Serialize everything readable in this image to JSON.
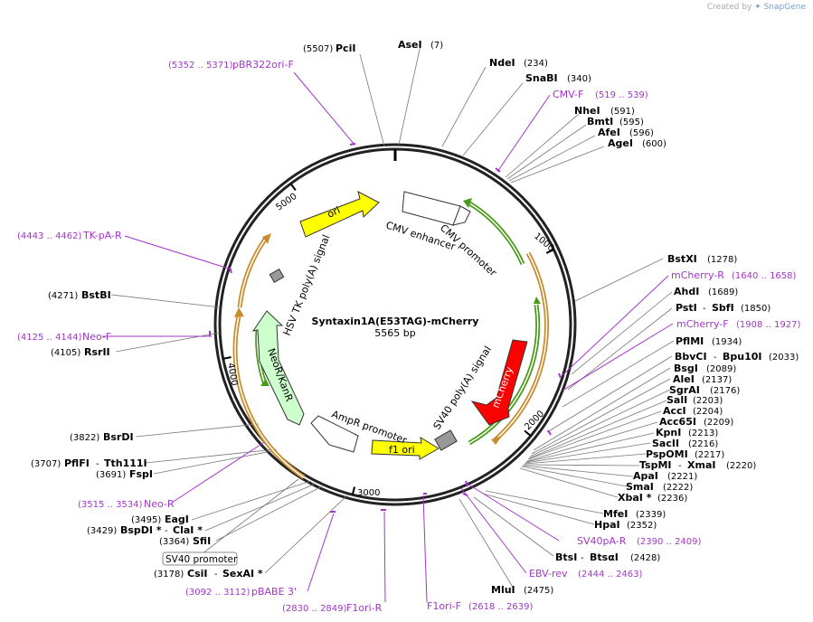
{
  "watermark": {
    "prefix": "Created by",
    "brand": "SnapGene"
  },
  "plasmid": {
    "name": "Syntaxin1A(E53TAG)-mCherry",
    "length": "5565 bp"
  },
  "ticks": [
    "1000",
    "2000",
    "3000",
    "4000",
    "5000"
  ],
  "features": [
    {
      "name": "ori",
      "color": "#ffff00"
    },
    {
      "name": "CMV enhancer",
      "color": "#ffffff"
    },
    {
      "name": "CMV promoter",
      "color": "#ffffff"
    },
    {
      "name": "mCherry",
      "color": "#ff0000"
    },
    {
      "name": "SV40 poly(A) signal",
      "color": "#999999"
    },
    {
      "name": "f1 ori",
      "color": "#ffff00"
    },
    {
      "name": "AmpR promoter",
      "color": "#ffffff"
    },
    {
      "name": "NeoR/KanR",
      "color": "#ccffcc"
    },
    {
      "name": "HSV TK poly(A) signal",
      "color": "#999999"
    }
  ],
  "sites": [
    {
      "name": "PciI",
      "pos": "(5507)"
    },
    {
      "name": "AseI",
      "pos": "(7)"
    },
    {
      "name": "NdeI",
      "pos": "(234)"
    },
    {
      "name": "SnaBI",
      "pos": "(340)"
    },
    {
      "name": "NheI",
      "pos": "(591)"
    },
    {
      "name": "BmtI",
      "pos": "(595)"
    },
    {
      "name": "AfeI",
      "pos": "(596)"
    },
    {
      "name": "AgeI",
      "pos": "(600)"
    },
    {
      "name": "BstXI",
      "pos": "(1278)"
    },
    {
      "name": "AhdI",
      "pos": "(1689)"
    },
    {
      "name": "PstI",
      "name2": "SbfI",
      "pos": "(1850)"
    },
    {
      "name": "PflMI",
      "pos": "(1934)"
    },
    {
      "name": "BbvCI",
      "name2": "Bpu10I",
      "pos": "(2033)"
    },
    {
      "name": "BsgI",
      "pos": "(2089)"
    },
    {
      "name": "AleI",
      "pos": "(2137)"
    },
    {
      "name": "SgrAI",
      "pos": "(2176)"
    },
    {
      "name": "SalI",
      "pos": "(2203)"
    },
    {
      "name": "AccI",
      "pos": "(2204)"
    },
    {
      "name": "Acc65I",
      "pos": "(2209)"
    },
    {
      "name": "KpnI",
      "pos": "(2213)"
    },
    {
      "name": "SacII",
      "pos": "(2216)"
    },
    {
      "name": "PspOMI",
      "pos": "(2217)"
    },
    {
      "name": "TspMI",
      "name2": "XmaI",
      "pos": "(2220)"
    },
    {
      "name": "ApaI",
      "pos": "(2221)"
    },
    {
      "name": "SmaI",
      "pos": "(2222)"
    },
    {
      "name": "XbaI *",
      "pos": "(2236)"
    },
    {
      "name": "MfeI",
      "pos": "(2339)"
    },
    {
      "name": "HpaI",
      "pos": "(2352)"
    },
    {
      "name": "BtsI",
      "name2": "BtsαI",
      "pos": "(2428)"
    },
    {
      "name": "MluI",
      "pos": "(2475)"
    },
    {
      "name": "CsiI",
      "name2": "SexAI *",
      "pos": "(3178)"
    },
    {
      "name": "SfiI",
      "pos": "(3364)"
    },
    {
      "name": "BspDI *",
      "name2": "ClaI *",
      "pos": "(3429)"
    },
    {
      "name": "EagI",
      "pos": "(3495)"
    },
    {
      "name": "FspI",
      "pos": "(3691)"
    },
    {
      "name": "PflFI",
      "name2": "Tth111I",
      "pos": "(3707)"
    },
    {
      "name": "BsrDI",
      "pos": "(3822)"
    },
    {
      "name": "RsrII",
      "pos": "(4105)"
    },
    {
      "name": "BstBI",
      "pos": "(4271)"
    }
  ],
  "primers": [
    {
      "name": "pBR322ori-F",
      "range": "(5352 .. 5371)"
    },
    {
      "name": "CMV-F",
      "range": "(519 .. 539)"
    },
    {
      "name": "mCherry-R",
      "range": "(1640 .. 1658)"
    },
    {
      "name": "mCherry-F",
      "range": "(1908 .. 1927)"
    },
    {
      "name": "SV40pA-R",
      "range": "(2390 .. 2409)"
    },
    {
      "name": "EBV-rev",
      "range": "(2444 .. 2463)"
    },
    {
      "name": "F1ori-F",
      "range": "(2618 .. 2639)"
    },
    {
      "name": "F1ori-R",
      "range": "(2830 .. 2849)"
    },
    {
      "name": "pBABE 3'",
      "range": "(3092 .. 3112)"
    },
    {
      "name": "Neo-R",
      "range": "(3515 .. 3534)"
    },
    {
      "name": "Neo-F",
      "range": "(4125 .. 4144)"
    },
    {
      "name": "TK-pA-R",
      "range": "(4443 .. 4462)"
    }
  ],
  "boxed_label": "SV40 promoter"
}
